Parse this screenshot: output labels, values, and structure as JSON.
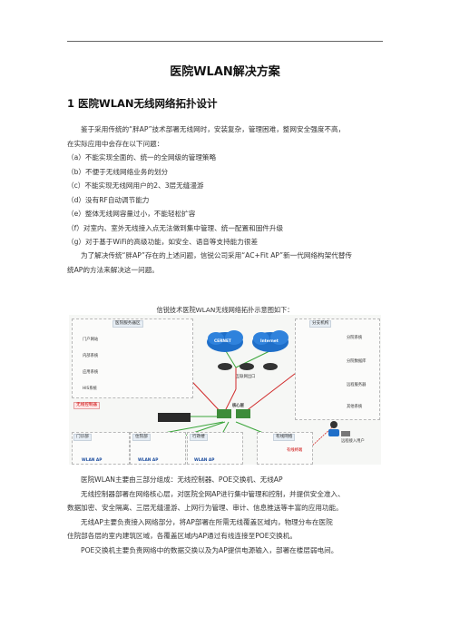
{
  "document": {
    "title": "医院WLAN解决方案",
    "section_heading": "1 医院WLAN无线网络拓扑设计",
    "intro_line1": "鉴于采用传统的“胖AP”技术部署无线网时，安装复杂，管理困难，整网安全强度不高，",
    "intro_line2": "在实际应用中会存在以下问题：",
    "issues": [
      "（a）不能实现全面的、统一的全网级的管理策略",
      "（b）不便于无线网络业务的划分",
      "（c）不能实现无线网用户的2、3层无缝漫游",
      "（d）没有RF自动调节能力",
      "（e）整体无线网容量过小，不能轻松扩容",
      "（f）对室内、室外无线接入点无法做到集中管理、统一配置和固件升级",
      "（g）对于基于WiFi的高级功能，如安全、语音等支持能力很差"
    ],
    "solution_line1": "为了解决传统“胖AP”存在的上述问题，信锐公司采用“AC+Fit AP”新一代网络构架代替传",
    "solution_line2": "统AP的方法来解决这一问题。",
    "figure_caption": "信锐技术医院WLAN无线网络拓扑示意图如下：",
    "after_line1": "医院WLAN主要由三部分组成：无线控制器、POE交换机、无线AP",
    "after_line2": "无线控制器部署在网络核心层，对医院全网AP进行集中管理和控制，并提供安全准入、",
    "after_line3": "数据加密、安全隔离、三层无缝漫游、上网行为管理、审计、信息推送等丰富的应用功能。",
    "after_line4": "无线AP主要负责接入网络部分，将AP部署在所需无线覆盖区域内，物理分布在医院",
    "after_line5": "住院部各层的室内建筑区域，各覆盖区域内AP通过有线连接至POE交换机。",
    "after_line6": "POE交换机主要负责网络中的数据交换以及为AP提供电源输入，部署在楼层弱电间。"
  },
  "diagram": {
    "zone_server": "医院服务器区",
    "zone_wireless_ctrl": "无线控制器",
    "zone_branch": "分支机构",
    "zone_outpatient": "门诊部",
    "zone_inpatient": "住院部",
    "zone_admin": "行政楼",
    "zone_wired": "有线网络",
    "cloud_cernet": "CERNET",
    "cloud_internet": "Internet",
    "exit_label": "互联网出口",
    "core_label": "核心层",
    "ap_label": "WLAN AP",
    "wired_ap_label": "有线终端",
    "remote_label": "远程接入用户",
    "servers": [
      "门户网站",
      "内部系统",
      "应用系统",
      "HIS系统"
    ],
    "branch_servers": [
      "分院系统",
      "分院数据库",
      "远程服务器",
      "其他系统"
    ],
    "colors": {
      "server_blue": "#2b4f9e",
      "switch_green": "#3d8c3a",
      "link_green": "#3aa53a",
      "link_red": "#d12a2a",
      "cloud_blue": "#1f6fc9"
    }
  }
}
